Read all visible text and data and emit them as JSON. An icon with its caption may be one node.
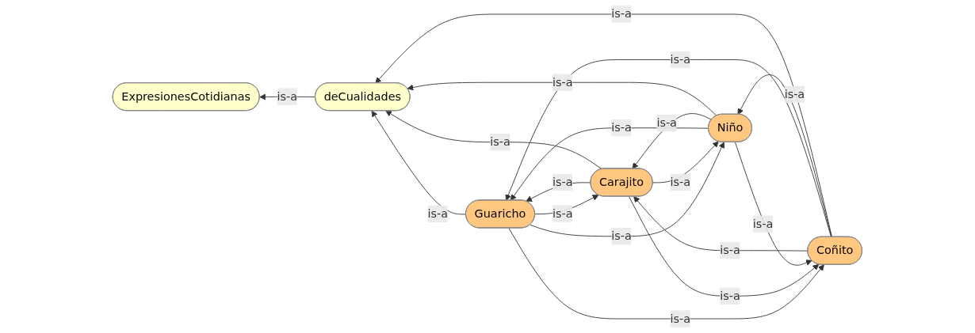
{
  "diagram": {
    "nodes": [
      {
        "text": [
          "ExpresionesCotidianas"
        ]
      },
      {
        "text": [
          "deCualidades"
        ]
      },
      {
        "text": [
          "Coñito"
        ]
      },
      {
        "text": [
          "Niño"
        ]
      },
      {
        "text": [
          "Carajito"
        ]
      },
      {
        "text": [
          "Guaricho"
        ]
      }
    ],
    "edges": [
      {
        "from": 1,
        "to": 0,
        "arrow": "to",
        "label": "is-a"
      },
      {
        "from": 4,
        "to": 1,
        "arrow": "to",
        "label": "is-a"
      },
      {
        "from": 2,
        "to": 1,
        "arrow": "to",
        "label": "is-a"
      },
      {
        "from": 3,
        "to": 1,
        "arrow": "to",
        "label": "is-a"
      },
      {
        "from": 5,
        "to": 1,
        "arrow": "to",
        "label": "is-a"
      },
      {
        "from": 2,
        "to": 3,
        "arrow": "to",
        "label": "is-a"
      },
      {
        "from": 3,
        "to": 2,
        "arrow": "to",
        "label": "is-a"
      },
      {
        "from": 2,
        "to": 5,
        "arrow": "to",
        "label": "is-a"
      },
      {
        "from": 5,
        "to": 2,
        "arrow": "to",
        "label": "is-a"
      },
      {
        "from": 2,
        "to": 4,
        "arrow": "to",
        "label": "is-a"
      },
      {
        "from": 4,
        "to": 2,
        "arrow": "to",
        "label": "is-a"
      },
      {
        "from": 4,
        "to": 3,
        "arrow": "to",
        "label": "is-a"
      },
      {
        "from": 3,
        "to": 4,
        "arrow": "to",
        "label": "is-a"
      },
      {
        "from": 3,
        "to": 5,
        "arrow": "to",
        "label": "is-a"
      },
      {
        "from": 5,
        "to": 4,
        "arrow": "to",
        "label": "is-a"
      },
      {
        "from": 4,
        "to": 5,
        "arrow": "to",
        "label": "is-a"
      },
      {
        "from": 5,
        "to": 3,
        "arrow": "to",
        "label": "is-a"
      }
    ]
  }
}
